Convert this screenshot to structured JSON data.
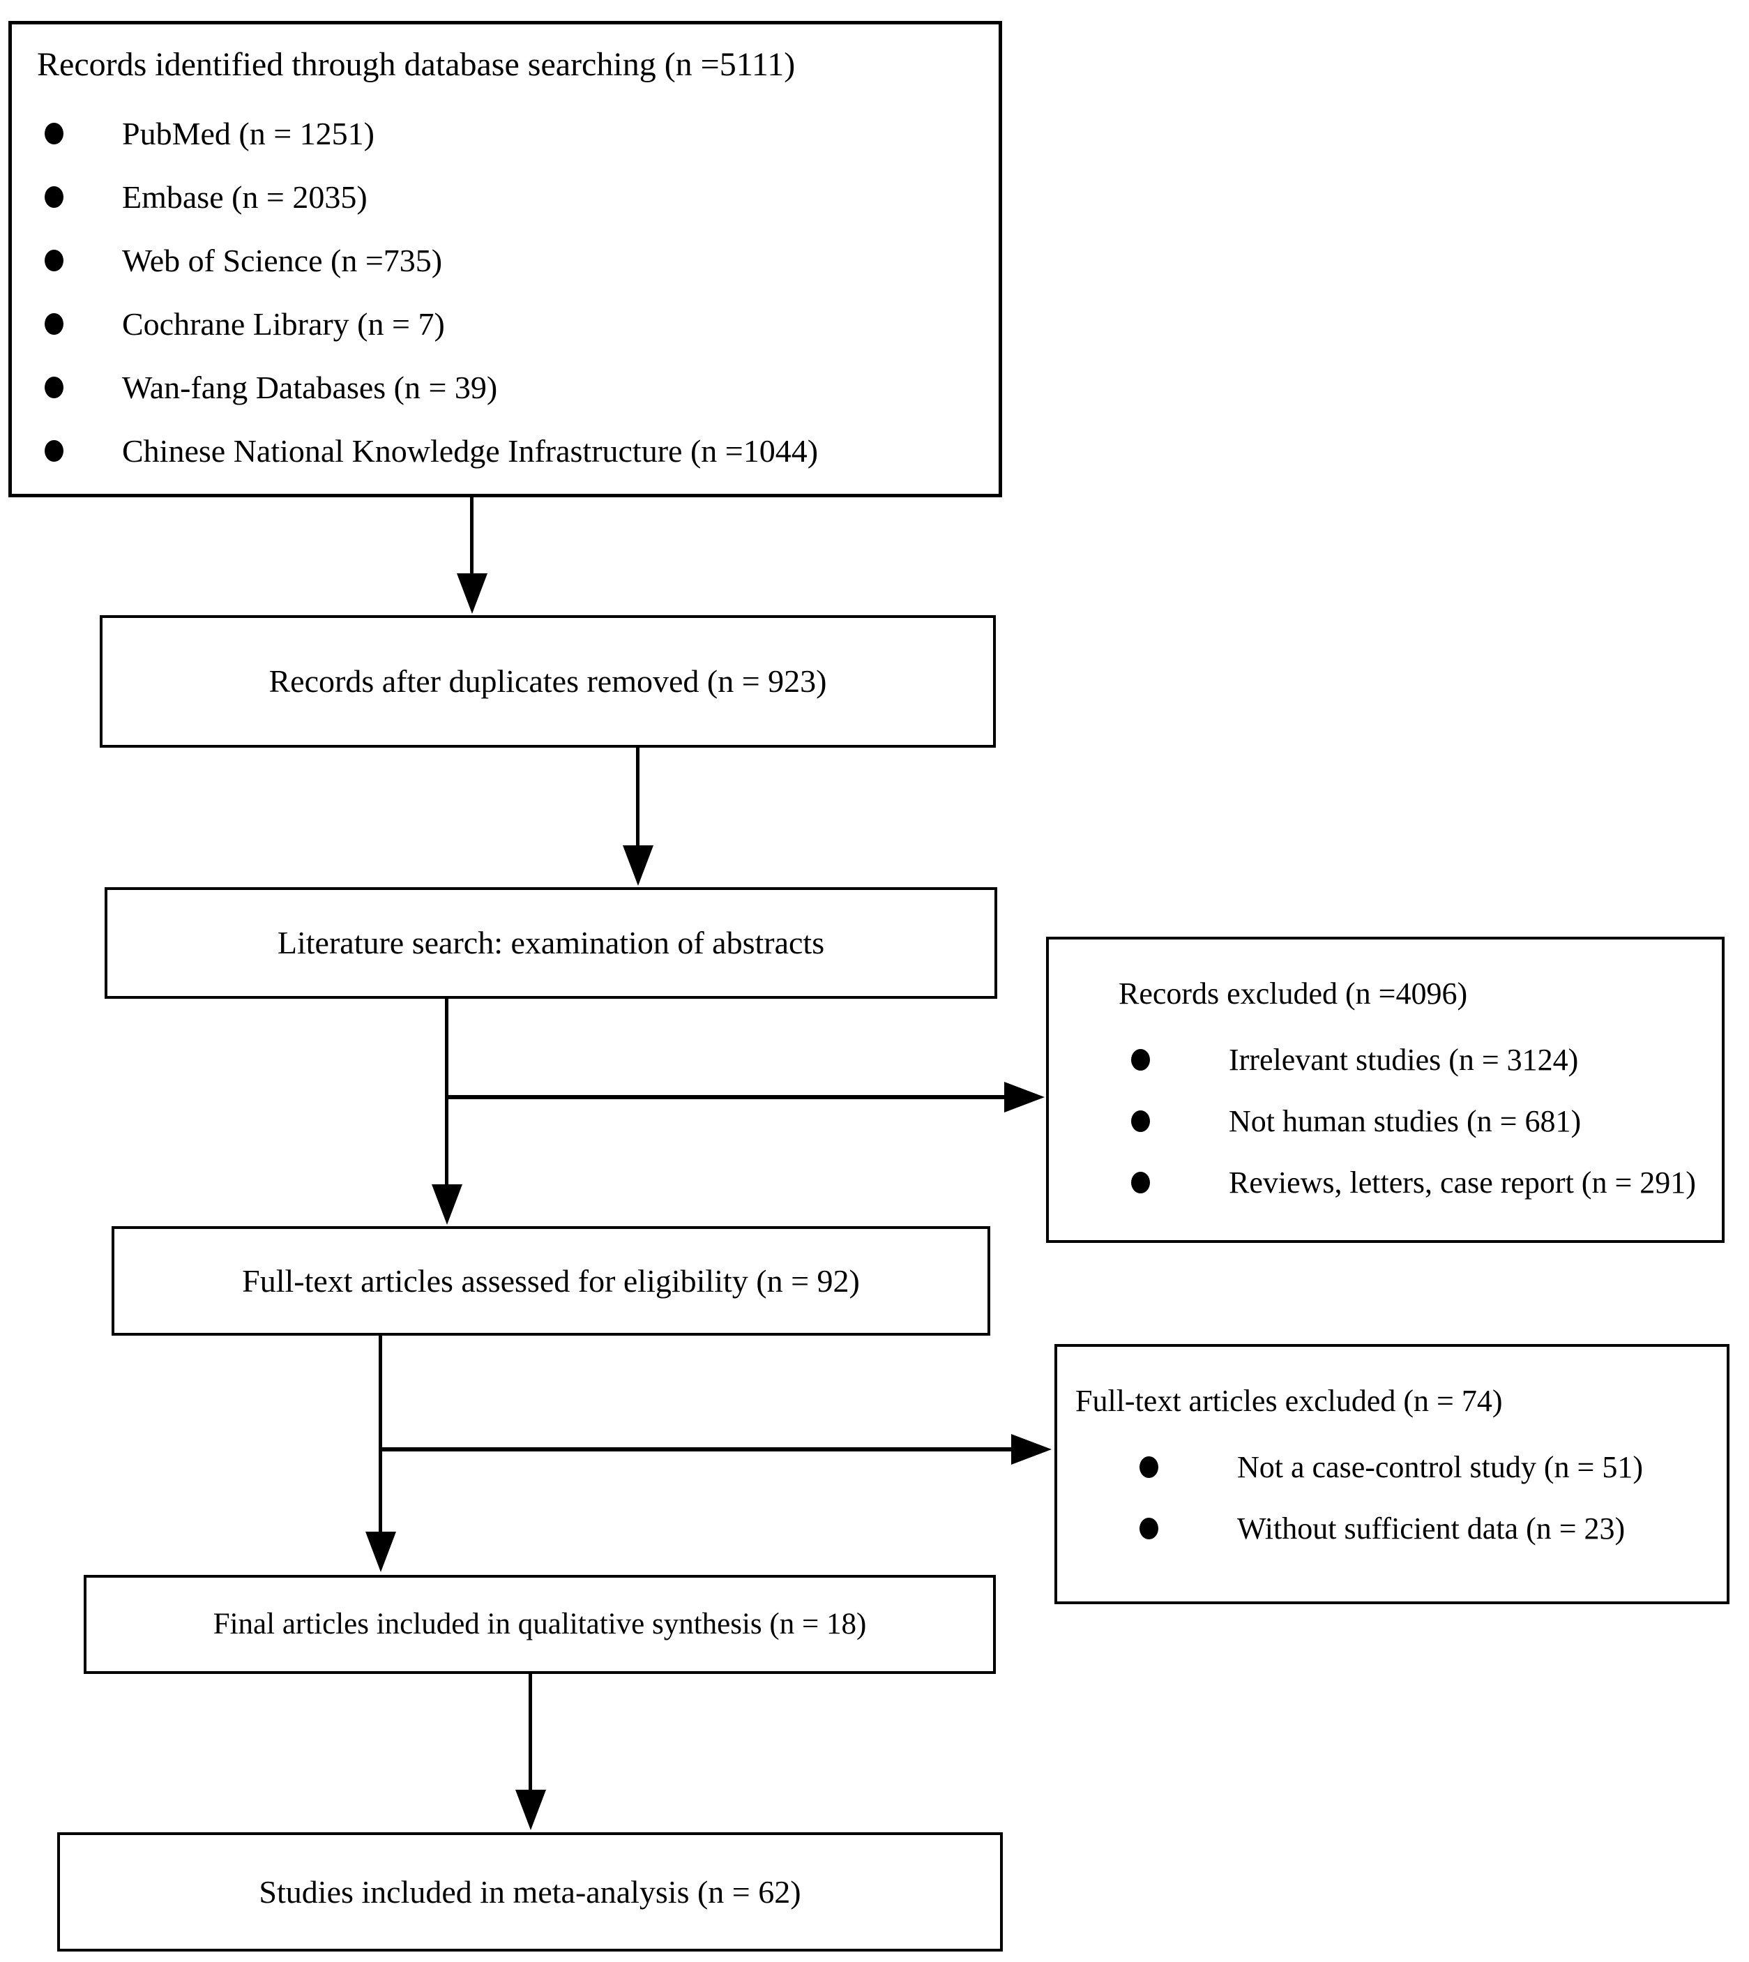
{
  "figure": {
    "type": "prisma-flow-diagram",
    "background": "#ffffff",
    "line_color": "#000000",
    "text_color": "#000000",
    "bullet_color": "#000000"
  },
  "boxes": {
    "identification": {
      "title": "Records identified through database searching (n =5111)",
      "items": [
        "PubMed (n = 1251)",
        "Embase (n = 2035)",
        "Web of Science (n =735)",
        "Cochrane Library (n = 7)",
        "Wan-fang Databases (n = 39)",
        "Chinese National Knowledge Infrastructure (n =1044)"
      ]
    },
    "duplicates_removed": {
      "text": "Records after duplicates removed (n = 923)"
    },
    "literature_search": {
      "text": "Literature search: examination of abstracts"
    },
    "records_excluded": {
      "title": "Records excluded (n =4096)",
      "items": [
        "Irrelevant studies (n = 3124)",
        "Not human studies (n = 681)",
        "Reviews, letters, case report (n = 291)"
      ]
    },
    "fulltext_assessed": {
      "text": "Full-text articles assessed for eligibility (n = 92)"
    },
    "fulltext_excluded": {
      "title": "Full-text articles excluded (n = 74)",
      "items": [
        "Not a case-control study (n = 51)",
        "Without sufficient data (n = 23)"
      ]
    },
    "qualitative_synthesis": {
      "text": "Final articles included in qualitative synthesis (n = 18)"
    },
    "meta_analysis": {
      "text": "Studies included in meta-analysis (n = 62)"
    }
  }
}
